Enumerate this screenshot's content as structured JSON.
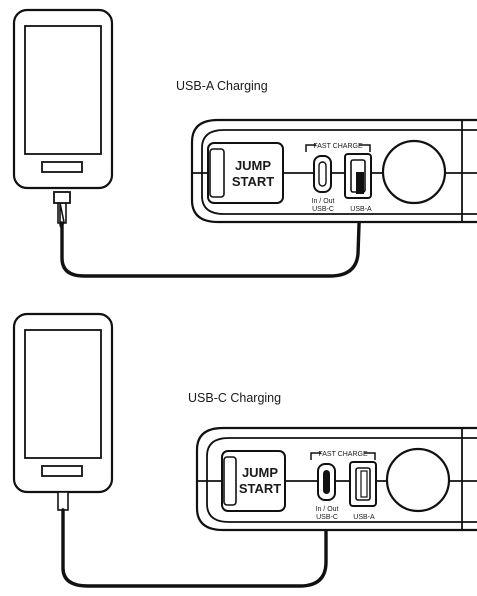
{
  "panels": [
    {
      "caption": "USB-A Charging",
      "device": {
        "button_line1": "JUMP",
        "button_line2": "START",
        "fast_charge": "FAST CHARGE",
        "port_c_line1": "In / Out",
        "port_c_line2": "USB-C",
        "port_a": "USB-A"
      },
      "connected_port": "USB-A"
    },
    {
      "caption": "USB-C Charging",
      "device": {
        "button_line1": "JUMP",
        "button_line2": "START",
        "fast_charge": "FAST CHARGE",
        "port_c_line1": "In / Out",
        "port_c_line2": "USB-C",
        "port_a": "USB-A"
      },
      "connected_port": "USB-C"
    }
  ],
  "colors": {
    "line": "#111111",
    "screen": "#ffffff",
    "bg": "#ffffff"
  }
}
